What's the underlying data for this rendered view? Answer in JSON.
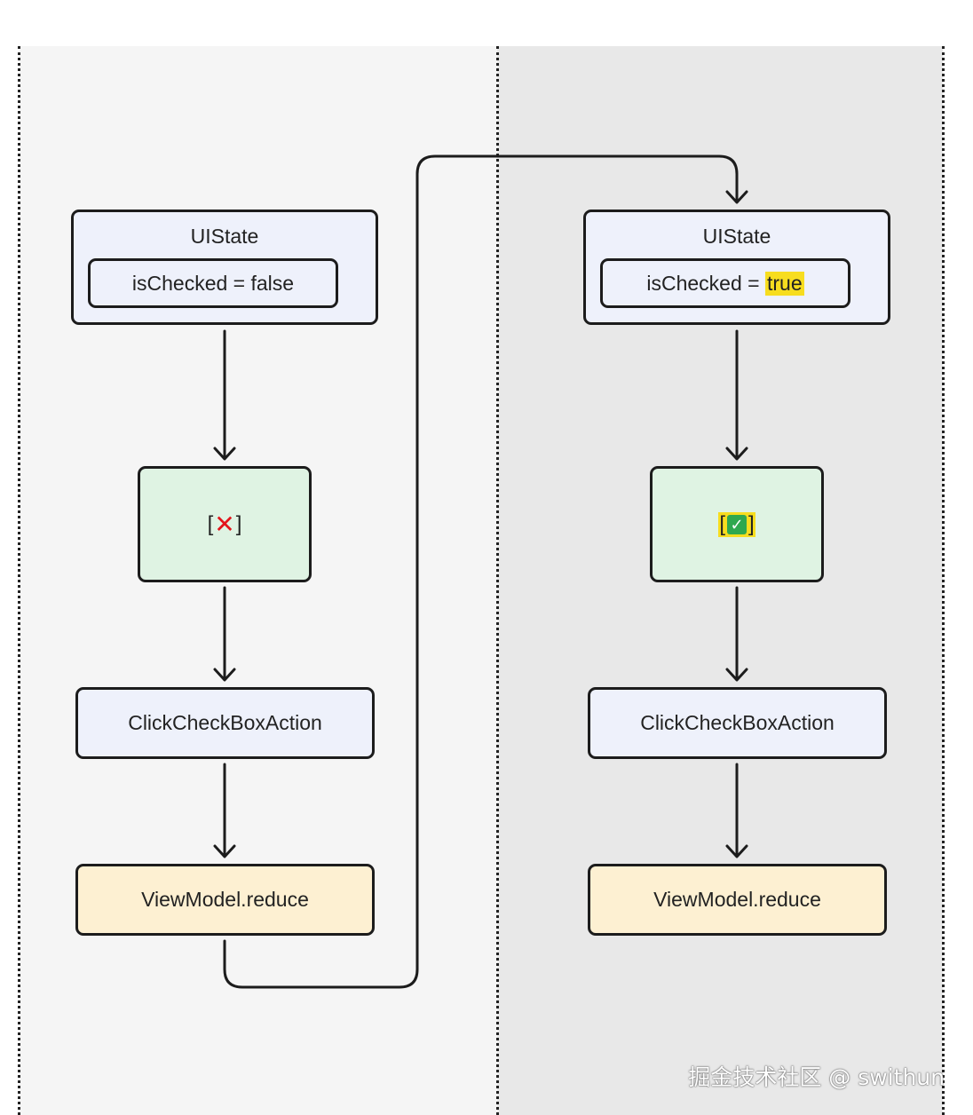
{
  "left_lane": {
    "state_title": "UIState",
    "field_name": "isChecked",
    "field_eq": " = ",
    "field_value": "false",
    "checkbox_open": "[",
    "checkbox_mark": "✕",
    "checkbox_close": "]",
    "action_label": "ClickCheckBoxAction",
    "reduce_label": "ViewModel.reduce"
  },
  "right_lane": {
    "state_title": "UIState",
    "field_name": "isChecked",
    "field_eq": " = ",
    "field_value": "true",
    "checkbox_open": "[",
    "checkbox_mark": "✓",
    "checkbox_close": "]",
    "action_label": "ClickCheckBoxAction",
    "reduce_label": "ViewModel.reduce"
  },
  "colors": {
    "state_fill": "#eef1fb",
    "checkbox_fill": "#dff3e3",
    "reduce_fill": "#fdf0d2",
    "highlight": "#f7dd1f",
    "left_lane_bg": "#f5f5f5",
    "right_lane_bg": "#e8e8e8"
  },
  "watermark": "掘金技术社区 @ swithun"
}
